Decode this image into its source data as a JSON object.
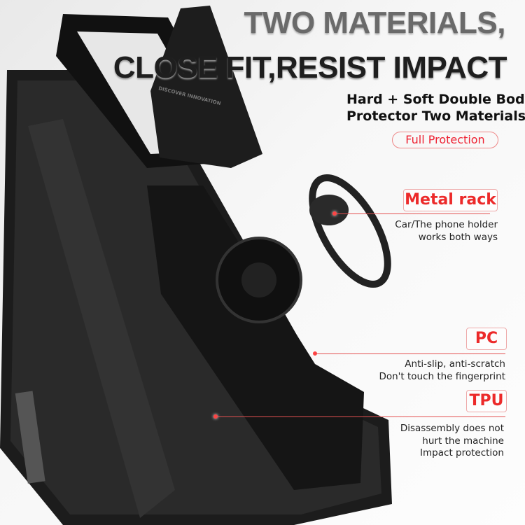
{
  "headline": {
    "line1": "TWO MATERIALS,",
    "line2": "CLOSE FIT,RESIST IMPACT"
  },
  "subtitle": {
    "line1": "Hard + Soft Double Body",
    "line2": "Protector Two Materials"
  },
  "badge": "Full Protection",
  "features": [
    {
      "label": "Metal rack",
      "desc": [
        "Car/The phone holder",
        "works both ways"
      ]
    },
    {
      "label": "PC",
      "desc": [
        "Anti-slip, anti-scratch",
        "Don't touch the fingerprint"
      ]
    },
    {
      "label": "TPU",
      "desc": [
        "Disassembly does not",
        "hurt the machine",
        "Impact protection"
      ]
    }
  ],
  "lens_cover_text": "DISCOVER INNOVATION",
  "colors": {
    "accent": "#ec2a2a",
    "case": "#1b1b1b"
  }
}
